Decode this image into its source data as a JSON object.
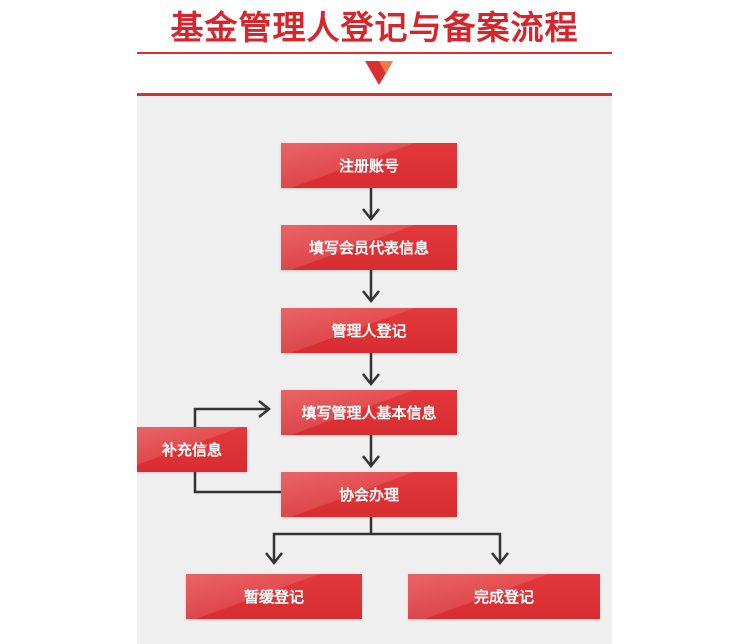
{
  "title": "基金管理人登记与备案流程",
  "colors": {
    "accent": "#d9302f",
    "node_fill": "#e0353a",
    "panel": "#efefef",
    "arrow": "#333333"
  },
  "nodes": {
    "register_account": "注册账号",
    "fill_member_rep": "填写会员代表信息",
    "manager_registration": "管理人登记",
    "fill_manager_info": "填写管理人基本信息",
    "supplement_info": "补充信息",
    "association_process": "协会办理",
    "suspend_registration": "暂缓登记",
    "complete_registration": "完成登记"
  }
}
